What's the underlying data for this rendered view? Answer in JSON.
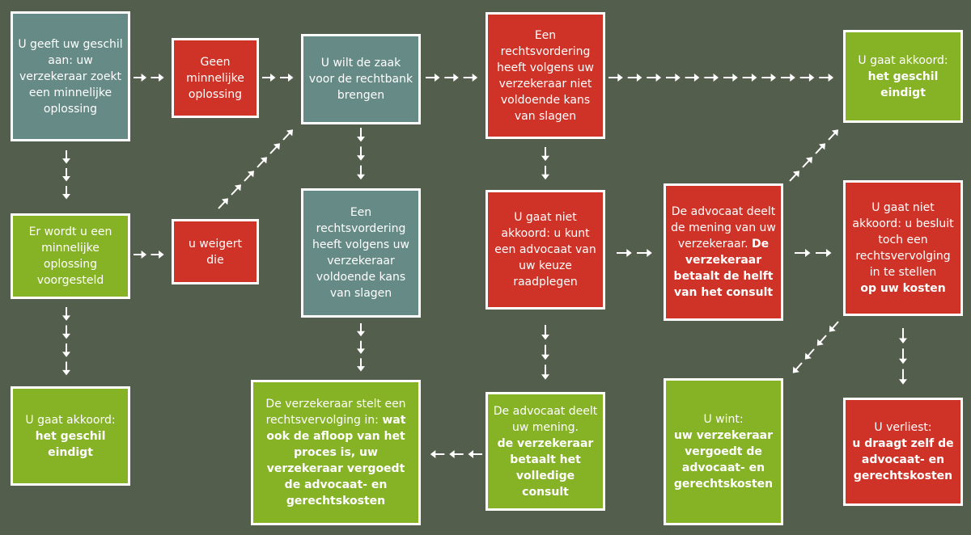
{
  "colors": {
    "background": "#545e4c",
    "teal": "#668a85",
    "red": "#cf3227",
    "green": "#86b226",
    "border": "#ffffff"
  },
  "boxes": {
    "geschil_aan": {
      "text": "U geeft uw geschil aan: uw verzekeraar zoekt een minnelijke oplossing"
    },
    "geen_minnelijke": {
      "text": "Geen minnelijke oplossing"
    },
    "zaak_rechtbank": {
      "text": "U wilt de zaak voor de rechtbank brengen"
    },
    "niet_voldoende": {
      "text": "Een rechtsvordering heeft volgens uw verzekeraar niet voldoende kans van slagen"
    },
    "akkoord_top": {
      "text": "U gaat akkoord:",
      "bold": "het geschil eindigt"
    },
    "voorgesteld": {
      "text": "Er wordt u een minnelijke oplossing voorgesteld"
    },
    "weigert": {
      "text": "u weigert die"
    },
    "voldoende": {
      "text": "Een rechtsvordering heeft volgens uw verzekeraar voldoende kans van slagen"
    },
    "niet_akkoord_advocaat": {
      "text": "U gaat niet akkoord: u kunt een advocaat van uw keuze raadplegen"
    },
    "advocaat_deelt_niet": {
      "text": "De advocaat deelt de mening van uw verzekeraar.",
      "bold": "De verzekeraar betaalt de helft van het consult"
    },
    "niet_akkoord_kosten": {
      "text": "U gaat niet akkoord: u besluit toch een rechtsvervolging in te stellen",
      "bold": "op uw kosten"
    },
    "akkoord_bottom": {
      "text": "U gaat akkoord:",
      "bold": "het geschil eindigt"
    },
    "verzekeraar_stelt": {
      "text": "De verzekeraar stelt een rechtsvervolging in:",
      "bold": "wat ook de afloop van het proces is, uw verzekeraar vergoedt de advocaat- en gerechtskosten"
    },
    "advocaat_deelt": {
      "text": "De advocaat deelt uw mening.",
      "bold": "de verzekeraar betaalt het volledige consult"
    },
    "wint": {
      "text": "U wint:",
      "bold": "uw verzekeraar vergoedt de advocaat- en gerechtskosten"
    },
    "verliest": {
      "text": "U verliest:",
      "bold": "u draagt zelf de advocaat- en gerechtskosten"
    }
  }
}
